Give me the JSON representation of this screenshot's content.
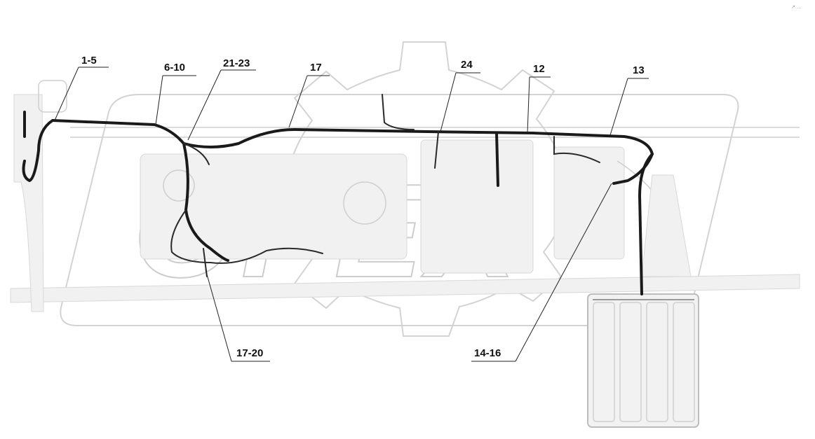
{
  "watermark": {
    "text": "OPEX"
  },
  "corner_mark": "↗ …",
  "callouts": [
    {
      "id": "c1",
      "label": "1-5"
    },
    {
      "id": "c2",
      "label": "6-10"
    },
    {
      "id": "c3",
      "label": "21-23"
    },
    {
      "id": "c4",
      "label": "17"
    },
    {
      "id": "c5",
      "label": "24"
    },
    {
      "id": "c6",
      "label": "12"
    },
    {
      "id": "c7",
      "label": "13"
    },
    {
      "id": "c8",
      "label": "17-20"
    },
    {
      "id": "c9",
      "label": "14-16"
    }
  ]
}
